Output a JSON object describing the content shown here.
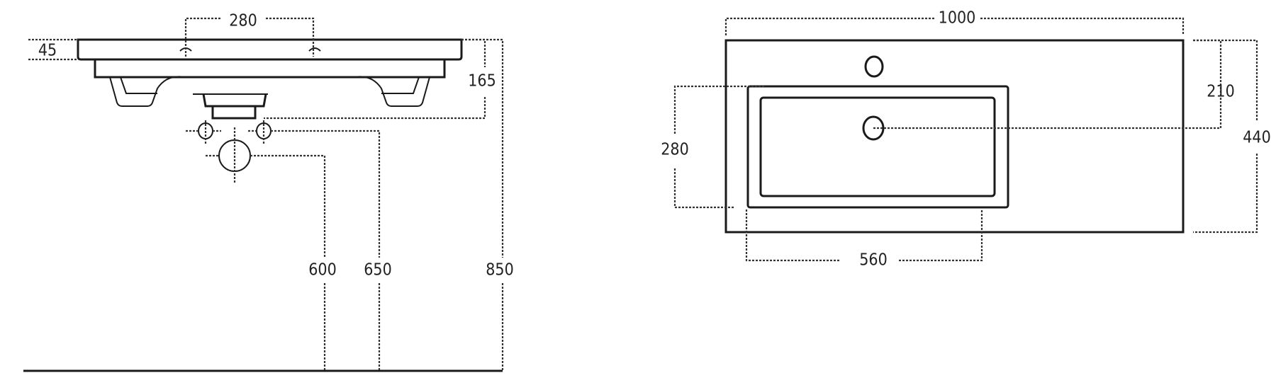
{
  "side_view": {
    "dimensions": {
      "tap_spacing": "280",
      "rim_thickness": "45",
      "basin_depth": "165",
      "waste_height": "600",
      "supply_height": "650",
      "rim_height": "850"
    }
  },
  "top_view": {
    "dimensions": {
      "width": "1000",
      "bowl_depth": "280",
      "bowl_width": "560",
      "drain_offset": "210",
      "depth": "440"
    }
  },
  "colors": {
    "line": "#1a1a1a",
    "background": "#ffffff"
  }
}
